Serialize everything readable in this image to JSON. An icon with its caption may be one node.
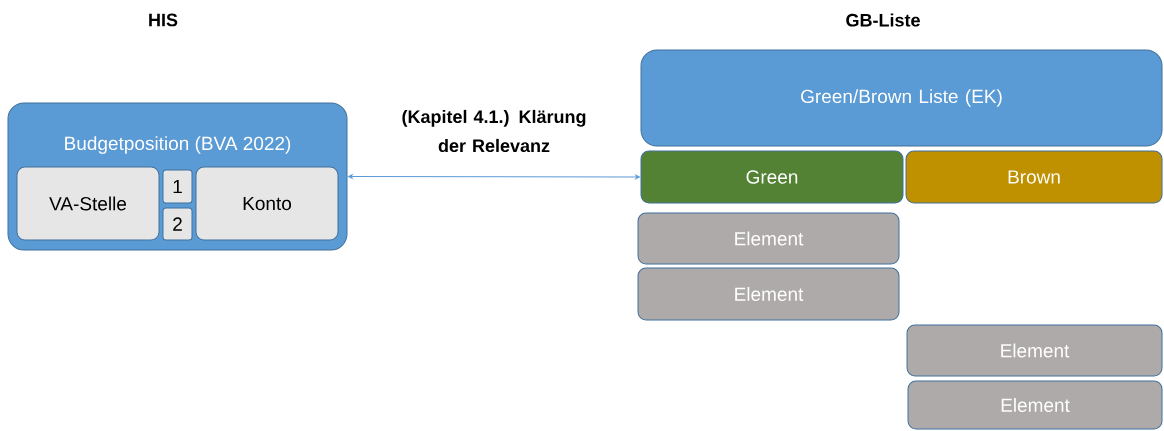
{
  "diagram": {
    "nodes": [
      {
        "text": [
          "Budgetposition (BVA 2022)"
        ]
      },
      {
        "text": [
          "VA-Stelle"
        ],
        "in": 0
      },
      {
        "text": [
          "1"
        ],
        "in": 0
      },
      {
        "text": [
          "2"
        ],
        "in": 0
      },
      {
        "text": [
          "Konto"
        ],
        "in": 0
      },
      {
        "text": [
          "Green/Brown Liste (EK)"
        ]
      },
      {
        "text": [
          "Green"
        ]
      },
      {
        "text": [
          "Brown"
        ]
      },
      {
        "text": [
          "Element"
        ]
      },
      {
        "text": [
          "Element"
        ]
      },
      {
        "text": [
          "Element"
        ]
      },
      {
        "text": [
          "Element"
        ]
      }
    ],
    "edges": [
      {
        "from": 0,
        "to": 6,
        "arrow": "both",
        "label": "(Kapitel 4.1.) Klärung der Relevanz"
      }
    ],
    "labels": [
      "HIS",
      "GB-Liste"
    ]
  }
}
